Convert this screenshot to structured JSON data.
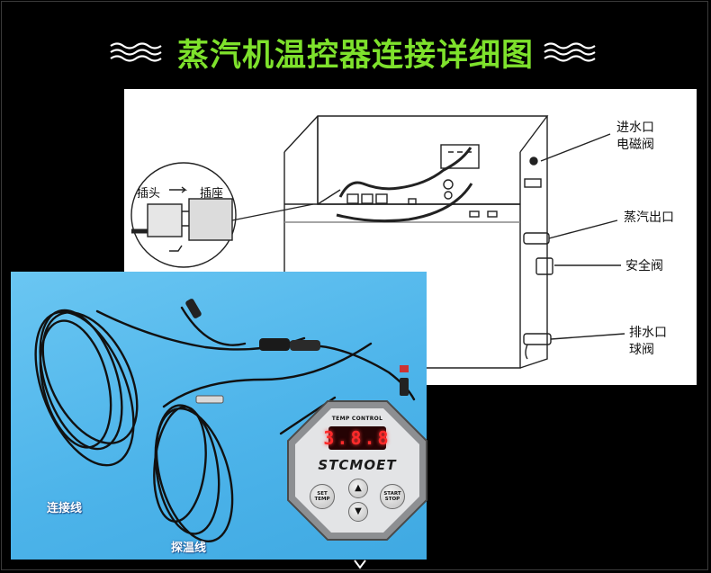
{
  "title": {
    "text": "蒸汽机温控器连接详细图"
  },
  "diagram": {
    "plug_label": "插头",
    "socket_label": "插座",
    "callouts": {
      "inlet_valve": [
        "进水口",
        "电磁阀"
      ],
      "steam_outlet": "蒸汽出口",
      "safety_valve": "安全阀",
      "drain_valve": [
        "排水口",
        "球阀"
      ]
    }
  },
  "photo": {
    "cable_label_connect": "连接线",
    "cable_label_probe": "探温线"
  },
  "controller": {
    "temp_control_label": "TEMP CONTROL",
    "display_value": "3.8.8",
    "brand": "STCMOET",
    "buttons": {
      "set_temp": [
        "SET",
        "TEMP"
      ],
      "start_stop": [
        "START",
        "STOP"
      ],
      "up": "▲",
      "down": "▼"
    }
  },
  "colors": {
    "title_green": "#7ee12c",
    "panel_blue": "#4db4ea",
    "display_red": "#ff2a2a"
  }
}
